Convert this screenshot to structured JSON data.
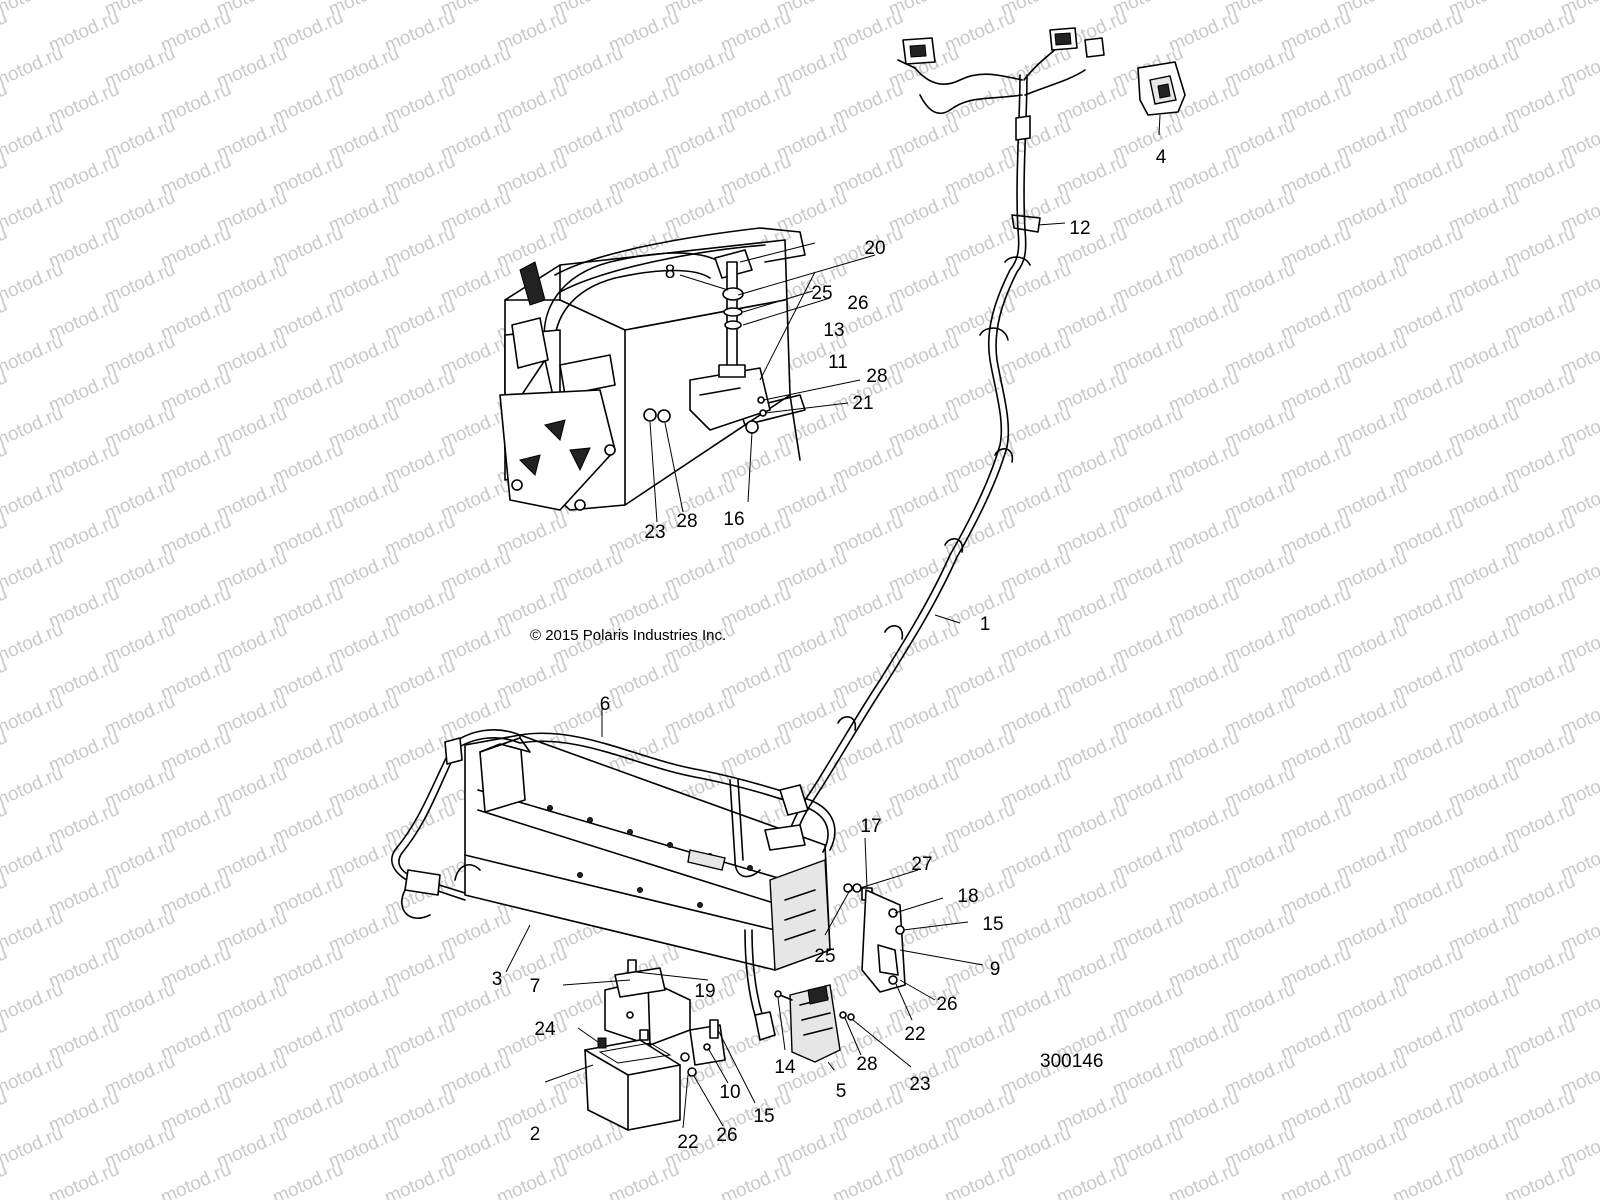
{
  "watermark": "motod.ru",
  "copyright": "© 2015 Polaris Industries Inc.",
  "figure_number": "300146",
  "callouts": [
    {
      "label": "1"
    },
    {
      "label": "2"
    },
    {
      "label": "3"
    },
    {
      "label": "4"
    },
    {
      "label": "5"
    },
    {
      "label": "6"
    },
    {
      "label": "7"
    },
    {
      "label": "8"
    },
    {
      "label": "9"
    },
    {
      "label": "10"
    },
    {
      "label": "11"
    },
    {
      "label": "12"
    },
    {
      "label": "13"
    },
    {
      "label": "14"
    },
    {
      "label": "15"
    },
    {
      "label": "15"
    },
    {
      "label": "16"
    },
    {
      "label": "17"
    },
    {
      "label": "18"
    },
    {
      "label": "19"
    },
    {
      "label": "20"
    },
    {
      "label": "21"
    },
    {
      "label": "22"
    },
    {
      "label": "22"
    },
    {
      "label": "23"
    },
    {
      "label": "23"
    },
    {
      "label": "24"
    },
    {
      "label": "25"
    },
    {
      "label": "25"
    },
    {
      "label": "26"
    },
    {
      "label": "26"
    },
    {
      "label": "26"
    },
    {
      "label": "27"
    },
    {
      "label": "28"
    },
    {
      "label": "28"
    },
    {
      "label": "28"
    }
  ]
}
